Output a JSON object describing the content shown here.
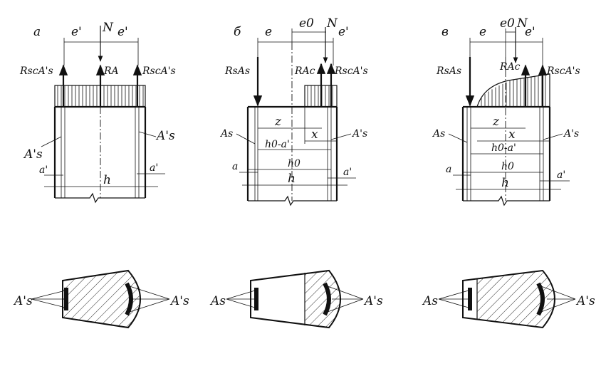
{
  "panels": [
    {
      "letter": "а",
      "N": "N",
      "e_left": "e'",
      "e_right": "e'",
      "force_left": "RscA's",
      "force_mid": "RA",
      "force_right": "RscA's",
      "rebar_left": "A's",
      "rebar_right": "A's",
      "a_left": "a'",
      "a_right": "a'",
      "h": "h"
    },
    {
      "letter": "б",
      "N": "N",
      "e": "e",
      "e0": "e0",
      "e_right": "e'",
      "force_left": "RsAs",
      "force_mid": "RAc",
      "force_right": "RscA's",
      "rebar_left": "As",
      "rebar_right": "A's",
      "z": "z",
      "x": "x",
      "h0a": "h0-a'",
      "h0": "h0",
      "h": "h",
      "a_left": "a",
      "a_right": "a'"
    },
    {
      "letter": "в",
      "N": "N",
      "e": "e",
      "e0": "e0",
      "e_right": "e'",
      "force_left": "RsAs",
      "force_mid": "RAc",
      "force_right": "RscA's",
      "rebar_left": "As",
      "rebar_right": "A's",
      "z": "z",
      "x": "x",
      "h0a": "h0-a'",
      "h0": "h0",
      "h": "h",
      "a_left": "a",
      "a_right": "a'"
    }
  ],
  "sections": [
    {
      "left": "A's",
      "right": "A's"
    },
    {
      "left": "As",
      "right": "A's"
    },
    {
      "left": "As",
      "right": "A's"
    }
  ]
}
